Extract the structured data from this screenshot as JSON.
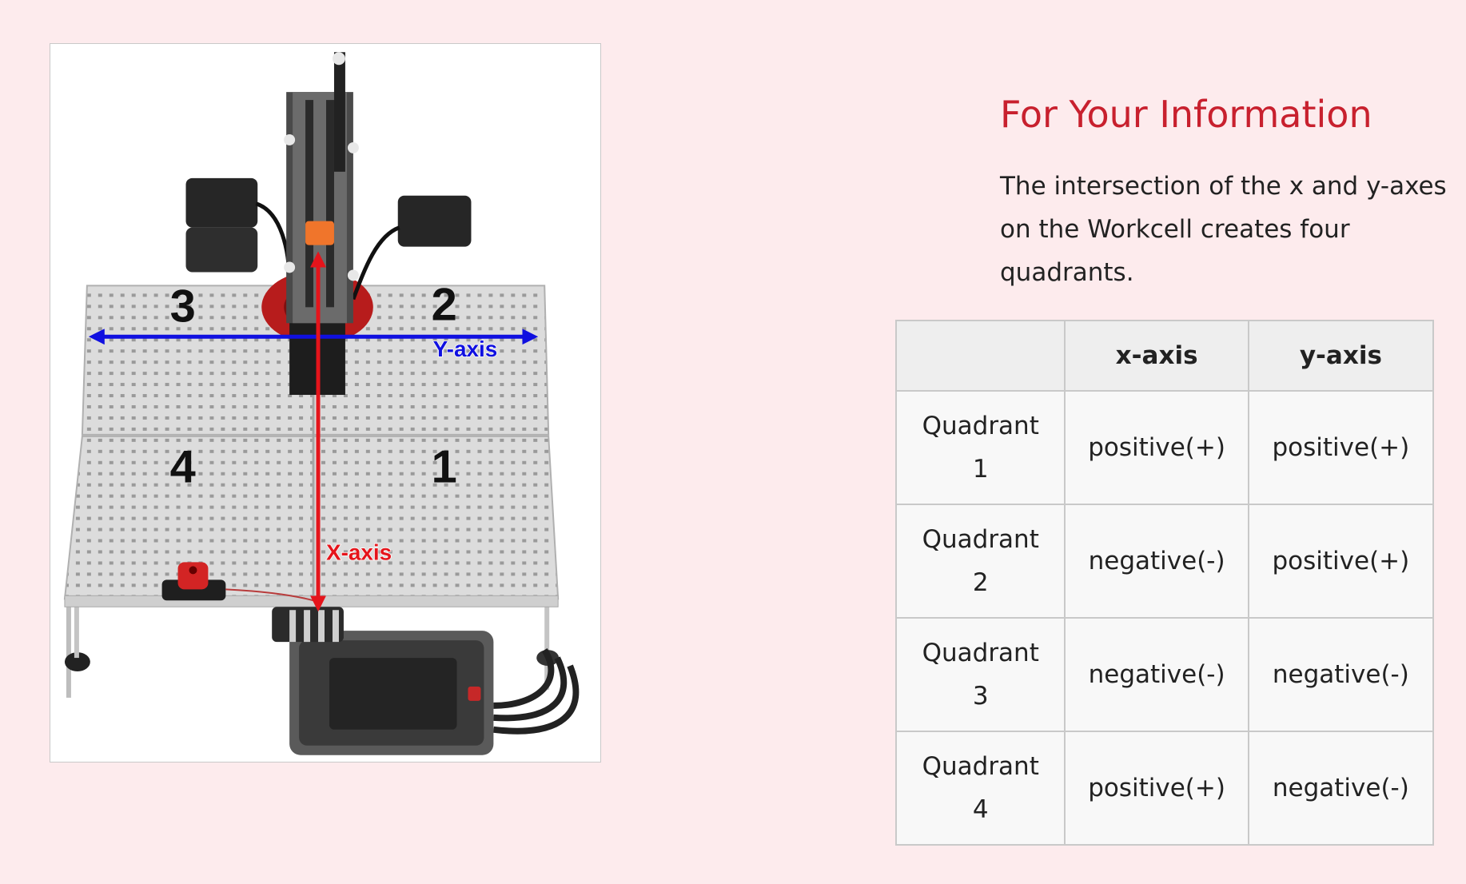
{
  "figure": {
    "quadrant_labels": [
      "3",
      "2",
      "4",
      "1"
    ],
    "x_axis_label": "X-axis",
    "y_axis_label": "Y-axis",
    "colors": {
      "x_axis": "#e5141b",
      "y_axis": "#1010e0"
    }
  },
  "info": {
    "title": "For Your Information",
    "text": "The intersection of the x and y-axes on the Workcell creates four quadrants."
  },
  "table": {
    "headers": [
      "",
      "x-axis",
      "y-axis"
    ],
    "rows": [
      {
        "quadrant": "Quadrant 1",
        "x": "positive(+)",
        "y": "positive(+)"
      },
      {
        "quadrant": "Quadrant 2",
        "x": "negative(-)",
        "y": "positive(+)"
      },
      {
        "quadrant": "Quadrant 3",
        "x": "negative(-)",
        "y": "negative(-)"
      },
      {
        "quadrant": "Quadrant 4",
        "x": "positive(+)",
        "y": "negative(-)"
      }
    ]
  },
  "colors": {
    "background": "#fdebed",
    "title": "#c8202e"
  }
}
